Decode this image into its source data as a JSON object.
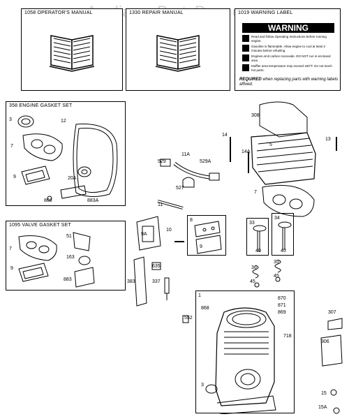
{
  "watermark": "AppliancePartsPros.com",
  "top_boxes": [
    {
      "title": "1058 OPERATOR'S MANUAL"
    },
    {
      "title": "1330 REPAIR MANUAL"
    },
    {
      "title": "1019 WARNING LABEL"
    }
  ],
  "warning_label": {
    "heading": "WARNING",
    "rows": [
      "Read and follow Operating Instructions before running engine.",
      "Gasoline is flammable. Allow engine to cool at least 2 minutes before refueling.",
      "Engines emit carbon monoxide. DO NOT run in enclosed area.",
      "Muffler area temperature may exceed 150°F. Do not touch hot parts."
    ],
    "required_bold": "REQUIRED",
    "required_text": " when replacing parts with warning labels affixed."
  },
  "kits": [
    {
      "title": "358 ENGINE GASKET SET",
      "labels": [
        "3",
        "12",
        "7",
        "9",
        "20A",
        "868",
        "883A"
      ]
    },
    {
      "title": "1095 VALVE GASKET SET",
      "labels": [
        "7",
        "51",
        "9",
        "163",
        "883"
      ]
    }
  ],
  "small_boxes": [
    {
      "label": "8"
    },
    {
      "label": "33"
    },
    {
      "label": "34"
    },
    {
      "label": "1"
    }
  ],
  "part_labels": [
    "308",
    "14",
    "13",
    "5",
    "14A",
    "529",
    "11A",
    "529A",
    "527",
    "7",
    "11",
    "9A",
    "10",
    "9",
    "40",
    "40",
    "635",
    "383",
    "337",
    "36",
    "35",
    "45",
    "45",
    "870",
    "871",
    "869",
    "868",
    "552",
    "718",
    "307",
    "306",
    "3",
    "15",
    "15A"
  ]
}
